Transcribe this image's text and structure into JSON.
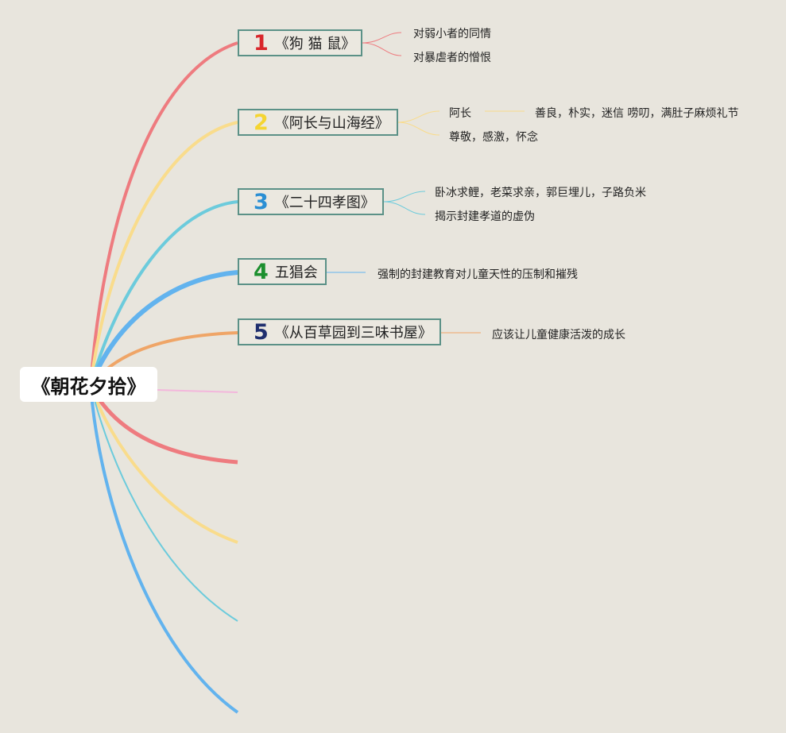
{
  "root": {
    "title": "《朝花夕拾》"
  },
  "colors": {
    "red": "#ee7b7f",
    "yellow": "#f9dc8c",
    "cyan": "#6ccbdc",
    "blue": "#62b3ee",
    "orange": "#efa567",
    "pink": "#f3b7dc",
    "topic_border": "#5b9187"
  },
  "topics": [
    {
      "number": "1",
      "number_color": "#d9262b",
      "title": "《狗 猫 鼠》",
      "details": [
        "对弱小者的同情",
        "对暴虐者的憎恨"
      ]
    },
    {
      "number": "2",
      "number_color": "#f5d531",
      "title": "《阿长与山海经》",
      "details": [
        "阿长",
        "尊敬，感激，怀念"
      ],
      "sub_detail": "善良，朴实，迷信 唠叨，满肚子麻烦礼节"
    },
    {
      "number": "3",
      "number_color": "#2b8fd4",
      "title": "《二十四孝图》",
      "details": [
        "卧冰求鲤，老菜求亲，郭巨埋儿，子路负米",
        "揭示封建孝道的虚伪"
      ]
    },
    {
      "number": "4",
      "number_color": "#1c8f2e",
      "title": "五猖会",
      "details": [
        "强制的封建教育对儿童天性的压制和摧残"
      ]
    },
    {
      "number": "5",
      "number_color": "#1f2f6e",
      "title": "《从百草园到三味书屋》",
      "details": [
        "应该让儿童健康活泼的成长"
      ]
    }
  ]
}
